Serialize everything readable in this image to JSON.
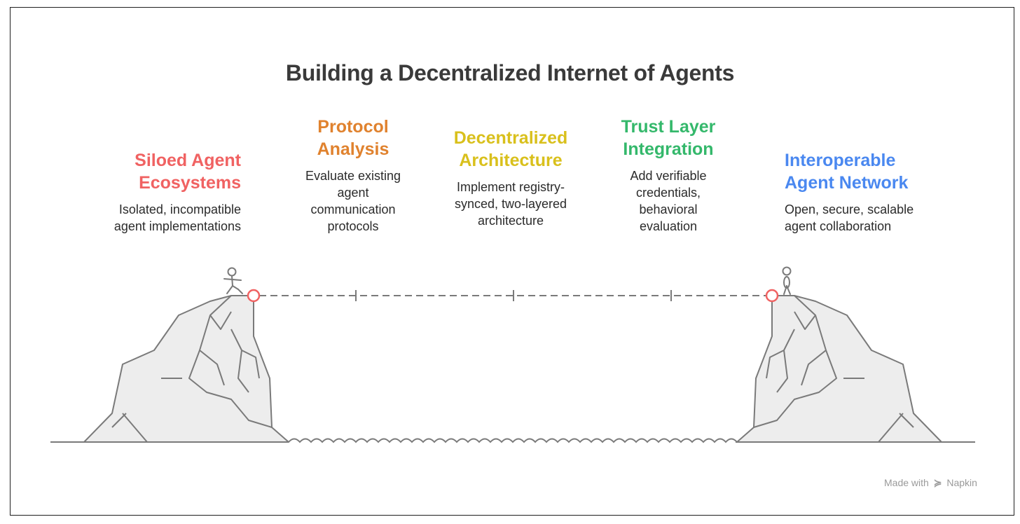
{
  "title": "Building a Decentralized Internet of Agents",
  "stages": [
    {
      "heading_line1": "Siloed Agent",
      "heading_line2": "Ecosystems",
      "desc_line1": "Isolated, incompatible",
      "desc_line2": "agent implementations",
      "desc_line3": "",
      "desc_line4": "",
      "color": "#f06262"
    },
    {
      "heading_line1": "Protocol",
      "heading_line2": "Analysis",
      "desc_line1": "Evaluate existing",
      "desc_line2": "agent",
      "desc_line3": "communication",
      "desc_line4": "protocols",
      "color": "#e0822e"
    },
    {
      "heading_line1": "Decentralized",
      "heading_line2": "Architecture",
      "desc_line1": "Implement registry-",
      "desc_line2": "synced, two-layered",
      "desc_line3": "architecture",
      "desc_line4": "",
      "color": "#d9c01c"
    },
    {
      "heading_line1": "Trust Layer",
      "heading_line2": "Integration",
      "desc_line1": "Add verifiable",
      "desc_line2": "credentials,",
      "desc_line3": "behavioral",
      "desc_line4": "evaluation",
      "color": "#34b86b"
    },
    {
      "heading_line1": "Interoperable",
      "heading_line2": "Agent Network",
      "desc_line1": "Open, secure, scalable",
      "desc_line2": "agent collaboration",
      "desc_line3": "",
      "desc_line4": "",
      "color": "#4a88f0"
    }
  ],
  "credit": {
    "prefix": "Made with",
    "brand": "Napkin"
  }
}
